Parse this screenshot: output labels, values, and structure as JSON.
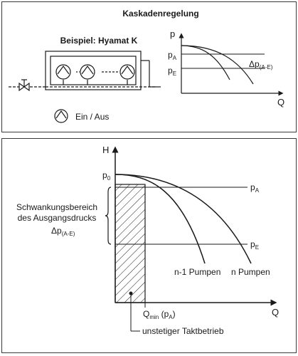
{
  "top": {
    "title": "Kaskadenregelung",
    "example_label": "Beispiel: Hyamat K",
    "legend_label": "Ein / Aus",
    "chart": {
      "axis_y": "p",
      "axis_x": "Q",
      "pa_main": "p",
      "pa_sub": "A",
      "pe_main": "p",
      "pe_sub": "E",
      "dp_main": "Δp",
      "dp_sub": "(A-E)"
    }
  },
  "bottom": {
    "axis_y": "H",
    "axis_x": "Q",
    "p0_main": "p",
    "p0_sub": "0",
    "pa_main": "p",
    "pa_sub": "A",
    "pe_main": "p",
    "pe_sub": "E",
    "fluct_line1": "Schwankungsbereich",
    "fluct_line2": "des Ausgangsdrucks",
    "fluct_dp_main": "Δp",
    "fluct_dp_sub": "(A-E)",
    "curve_n_minus_1": "n-1 Pumpen",
    "curve_n": "n Pumpen",
    "qmin_main": "Q",
    "qmin_sub": "min",
    "qmin_paren": " (p",
    "qmin_paren_sub": "A",
    "qmin_close": ")",
    "taktbetrieb": "unstetiger Taktbetrieb"
  },
  "colors": {
    "line": "#1a1a1a",
    "frame": "#3a3a3a"
  }
}
